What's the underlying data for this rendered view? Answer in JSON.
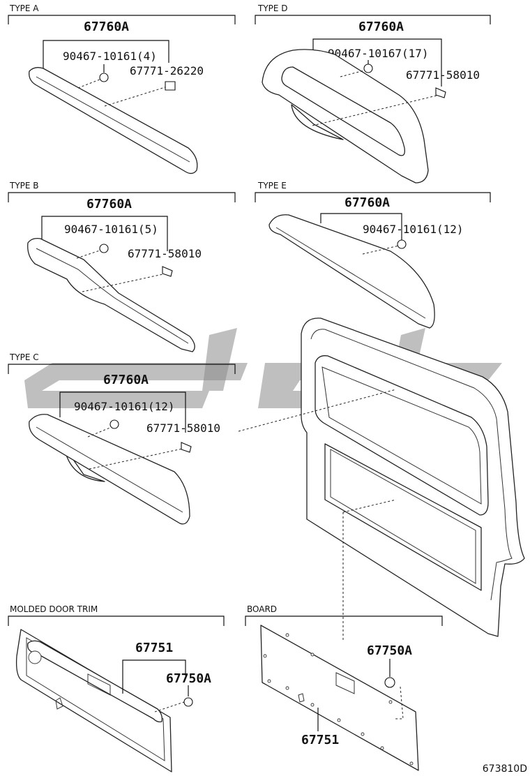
{
  "sections": {
    "type_a": {
      "title": "TYPE A",
      "assembly": "67760A",
      "fastener": "90467-10161(4)",
      "clip": "67771-26220"
    },
    "type_b": {
      "title": "TYPE B",
      "assembly": "67760A",
      "fastener": "90467-10161(5)",
      "clip": "67771-58010"
    },
    "type_c": {
      "title": "TYPE C",
      "assembly": "67760A",
      "fastener": "90467-10161(12)",
      "clip": "67771-58010"
    },
    "type_d": {
      "title": "TYPE D",
      "assembly": "67760A",
      "fastener": "90467-10167(17)",
      "clip": "67771-58010"
    },
    "type_e": {
      "title": "TYPE E",
      "assembly": "67760A",
      "fastener": "90467-10161(12)"
    },
    "molded": {
      "title": "MOLDED DOOR TRIM",
      "panel": "67751",
      "clip": "67750A"
    },
    "board": {
      "title": "BOARD",
      "clip": "67750A",
      "panel": "67751"
    }
  },
  "diagram_code": "673810D",
  "colors": {
    "line": "#111111",
    "watermark": "#8a8a8a"
  }
}
